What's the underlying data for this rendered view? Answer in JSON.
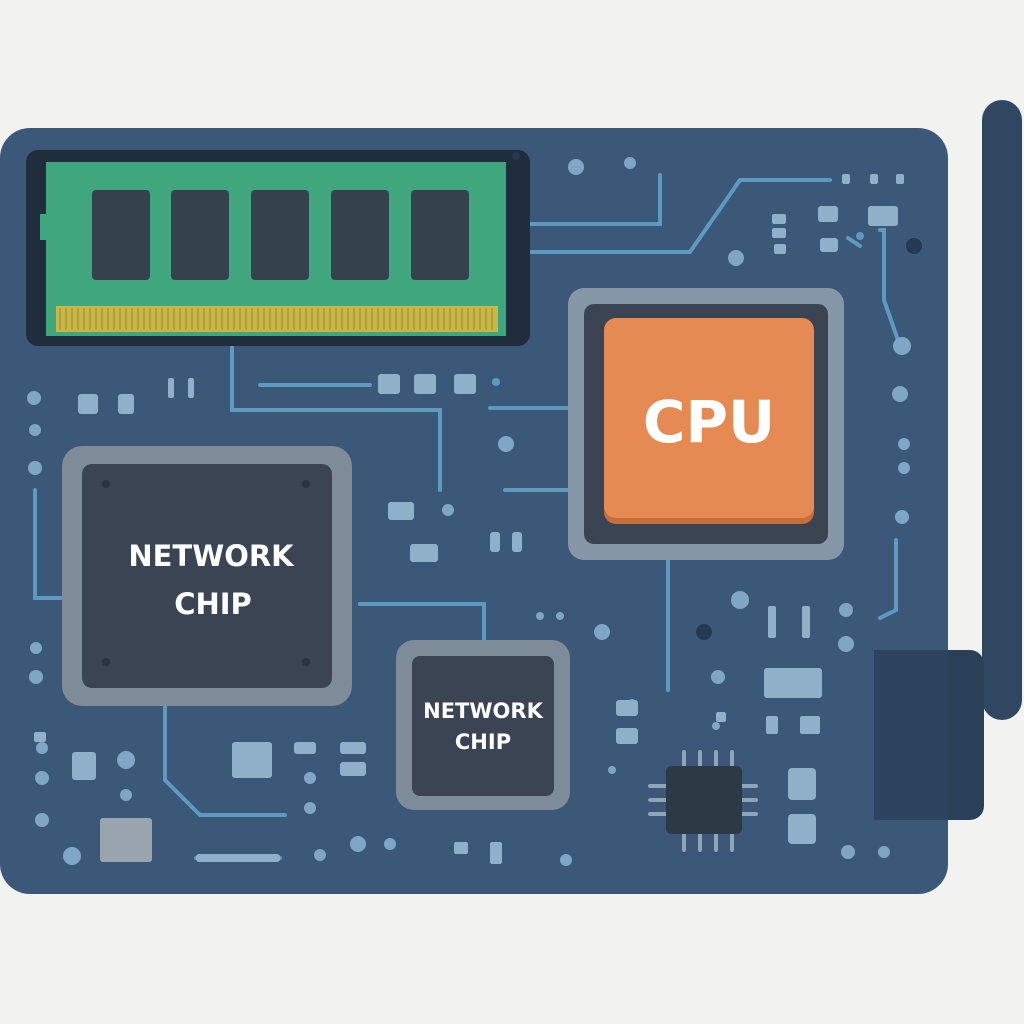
{
  "labels": {
    "cpu": "CPU",
    "network_chip_large": [
      "NETWORK",
      "CHIP"
    ],
    "network_chip_small": [
      "NETWORK",
      "CHIP"
    ]
  },
  "icons": {
    "board": "circuit-board",
    "ram": "ram-module-icon",
    "antenna": "antenna-icon",
    "ic": "ic-chip-icon"
  },
  "colors": {
    "background": "#f2f2f0",
    "board": "#3b5878",
    "board_edge": "#33506e",
    "cpu_fill": "#e48a52",
    "chip_body": "#3a4452",
    "chip_frame": "#7e8c9a",
    "ram_pcb": "#3fa67e",
    "ram_contacts": "#c8b84a",
    "trace": "#5e9ac0",
    "antenna": "#2f4760"
  }
}
